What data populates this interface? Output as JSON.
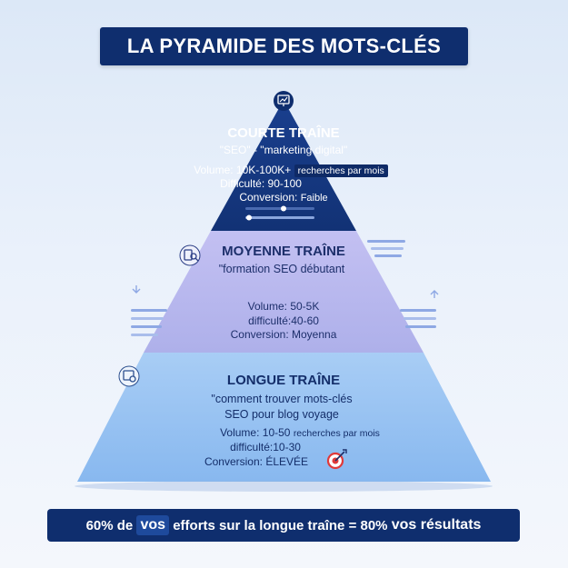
{
  "title": "LA PYRAMIDE DES MOTS-CLÉS",
  "tiers": {
    "top": {
      "title": "COURTE TRAÎNE",
      "example": "\"SEO\" - \"marketing digital\"",
      "volume_label": "Volume:",
      "volume_value": "10K-100K+",
      "volume_suffix": "recherches par mois",
      "difficulty_label": "Difficulté:",
      "difficulty_value": "90-100",
      "conversion_label": "Conversion:",
      "conversion_value": "Faible"
    },
    "mid": {
      "title": "MOYENNE TRAÎNE",
      "example": "\"formation SEO débutant",
      "volume_label": "Volume:",
      "volume_value": "50-5K",
      "difficulty_label": "difficulté:",
      "difficulty_value": "40-60",
      "conversion_label": "Conversion:",
      "conversion_value": "Moyenna"
    },
    "bot": {
      "title": "LONGUE TRAÎNE",
      "example_line1": "\"comment trouver mots-clés",
      "example_line2": "SEO pour blog voyage",
      "volume_label": "Volume:",
      "volume_value": "10-50",
      "volume_suffix": "recherches par mois",
      "difficulty_label": "difficulté:",
      "difficulty_value": "10-30",
      "conversion_label": "Conversion:",
      "conversion_value": "ÉLEVÉE"
    }
  },
  "footer": {
    "p1": "60% de",
    "p2": "vos",
    "p3": "efforts sur la longue traîne = 80%",
    "p4": "vos résultats"
  },
  "icons": {
    "top": "chart-monitor-icon",
    "mid": "search-document-icon",
    "bot": "target-document-icon",
    "conversion_high": "target-icon"
  },
  "colors": {
    "navy": "#0f2e6e",
    "top_tier": "#14357f",
    "mid_tier": "#b6b4ee",
    "bot_tier": "#94c2f3",
    "target_red": "#e03a3a"
  }
}
